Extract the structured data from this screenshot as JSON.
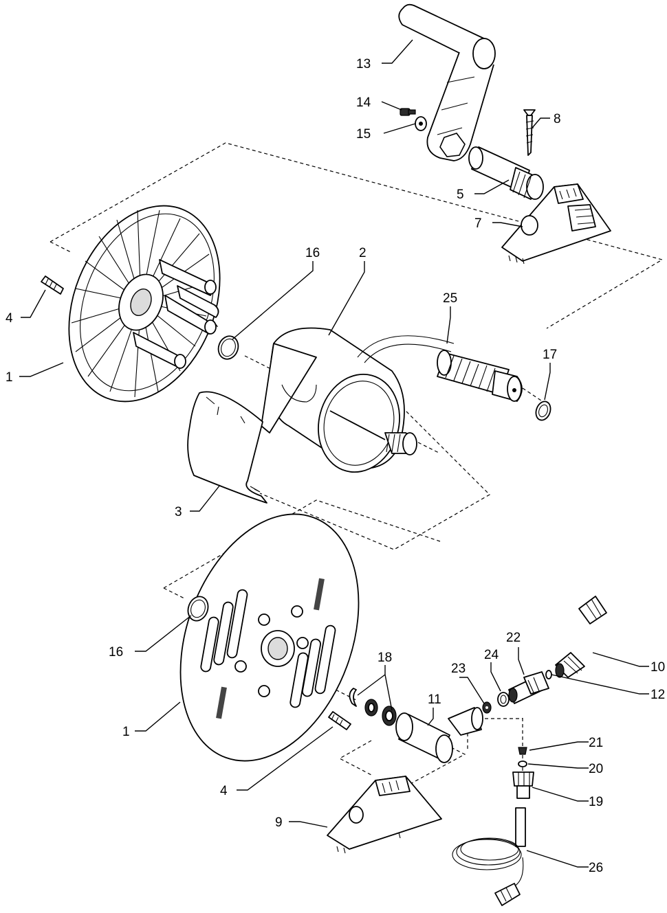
{
  "diagram": {
    "background": "#ffffff",
    "stroke_color": "#000000",
    "labels": [
      {
        "id": "13",
        "text": "13"
      },
      {
        "id": "14",
        "text": "14"
      },
      {
        "id": "15",
        "text": "15"
      },
      {
        "id": "8",
        "text": "8"
      },
      {
        "id": "5",
        "text": "5"
      },
      {
        "id": "7",
        "text": "7"
      },
      {
        "id": "16a",
        "text": "16"
      },
      {
        "id": "2",
        "text": "2"
      },
      {
        "id": "25",
        "text": "25"
      },
      {
        "id": "4a",
        "text": "4"
      },
      {
        "id": "17",
        "text": "17"
      },
      {
        "id": "1a",
        "text": "1"
      },
      {
        "id": "3",
        "text": "3"
      },
      {
        "id": "22",
        "text": "22"
      },
      {
        "id": "10",
        "text": "10"
      },
      {
        "id": "18",
        "text": "18"
      },
      {
        "id": "24",
        "text": "24"
      },
      {
        "id": "23",
        "text": "23"
      },
      {
        "id": "16b",
        "text": "16"
      },
      {
        "id": "11",
        "text": "11"
      },
      {
        "id": "12",
        "text": "12"
      },
      {
        "id": "1b",
        "text": "1"
      },
      {
        "id": "21",
        "text": "21"
      },
      {
        "id": "20",
        "text": "20"
      },
      {
        "id": "4b",
        "text": "4"
      },
      {
        "id": "19",
        "text": "19"
      },
      {
        "id": "9",
        "text": "9"
      },
      {
        "id": "26",
        "text": "26"
      }
    ]
  }
}
